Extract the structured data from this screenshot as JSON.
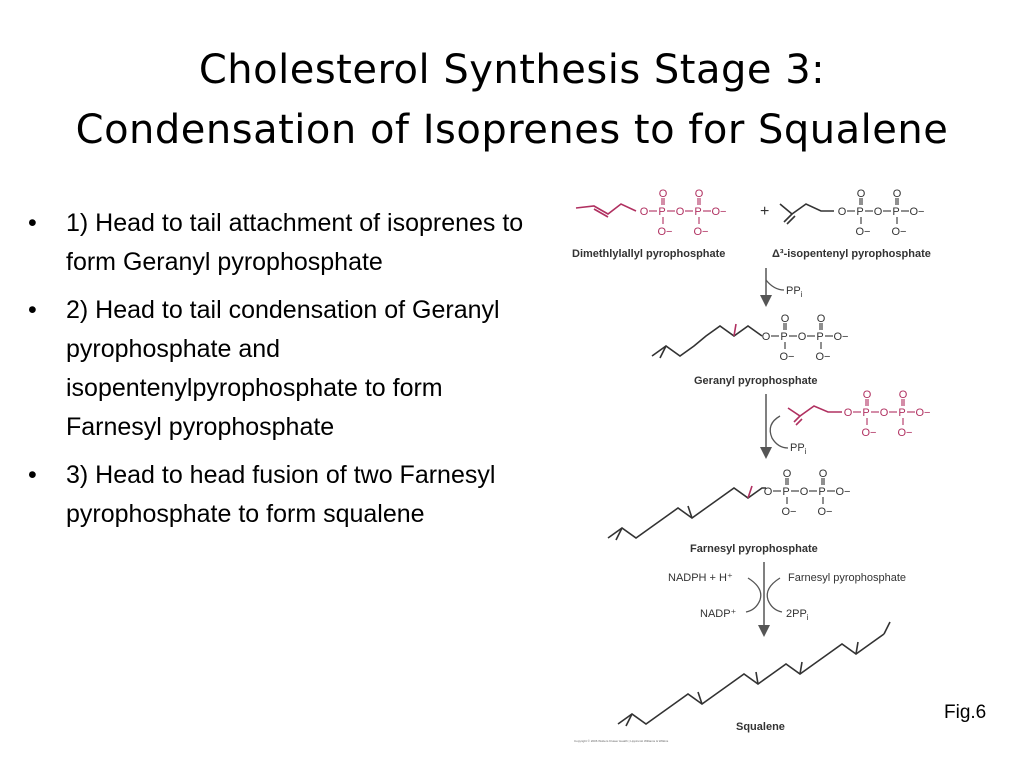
{
  "title": {
    "line1": "Cholesterol Synthesis Stage 3:",
    "line2": "Condensation of Isoprenes to for Squalene"
  },
  "bullet_marker": "•",
  "bullets": [
    "1) Head to tail attachment  of isoprenes to form Geranyl pyrophosphate",
    "2) Head to tail condensation of Geranyl pyrophosphate and isopentenylpyrophosphate to form Farnesyl pyrophosphate",
    "3) Head to head fusion of two Farnesyl pyrophosphate to form squalene"
  ],
  "diagram": {
    "pyrophosphate_atoms": {
      "oxygen": "O",
      "phosphorus": "P",
      "oxygen_anion": "O−"
    },
    "plus_sign": "+",
    "labels": {
      "dimethylallyl": "Dimethlylallyl pyrophosphate",
      "isopentenyl": "Δ³-isopentenyl pyrophosphate",
      "geranyl": "Geranyl pyrophosphate",
      "farnesyl": "Farnesyl pyrophosphate",
      "squalene": "Squalene"
    },
    "byproducts": {
      "pp_first": "PP",
      "pp_second": "PP",
      "subscript_i": "i",
      "nadph": "NADPH + H⁺",
      "farnesyl_reagent": "Farnesyl pyrophosphate",
      "nadp": "NADP⁺",
      "two_pp": "2PP"
    },
    "copyright": "Copyright © 2006 Wolters Kluwer Health | Lippincott Williams & Wilkins"
  },
  "colors": {
    "reagent_magenta": "#b03060",
    "skeleton_gray": "#333333",
    "arrow_gray": "#555555"
  },
  "figure_label": "Fig.6"
}
